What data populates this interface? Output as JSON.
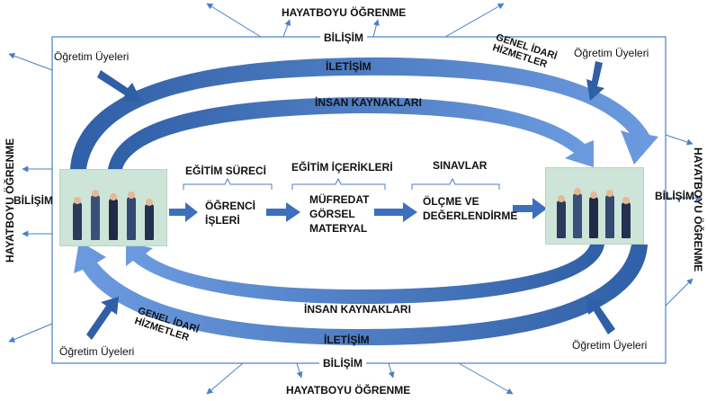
{
  "lifelong_learning": "HAYATBOYU ÖĞRENME",
  "informatics": "BİLİŞİM",
  "communication": "İLETİŞİM",
  "human_resources": "İNSAN KAYNAKLARI",
  "faculty_members": "Öğretim Üyeleri",
  "general_admin": {
    "line1": "GENEL İDARİ",
    "line2": "HİZMETLER"
  },
  "process": {
    "education_process": "EĞİTİM SÜRECİ",
    "education_contents": "EĞİTİM İÇERİKLERİ",
    "exams": "SINAVLAR",
    "student_affairs": {
      "line1": "ÖĞRENCİ",
      "line2": "İŞLERİ"
    },
    "curriculum": {
      "line1": "MÜFREDAT",
      "line2": "GÖRSEL",
      "line3": "MATERYAL"
    },
    "assessment": {
      "line1": "ÖLÇME VE",
      "line2": "DEĞERLENDİRME"
    }
  },
  "colors": {
    "arrow_dark": "#2f5fa6",
    "arrow_light": "#5b8fd6",
    "thin": "#4a7fc7",
    "photo_bg": "#cde4d8"
  }
}
